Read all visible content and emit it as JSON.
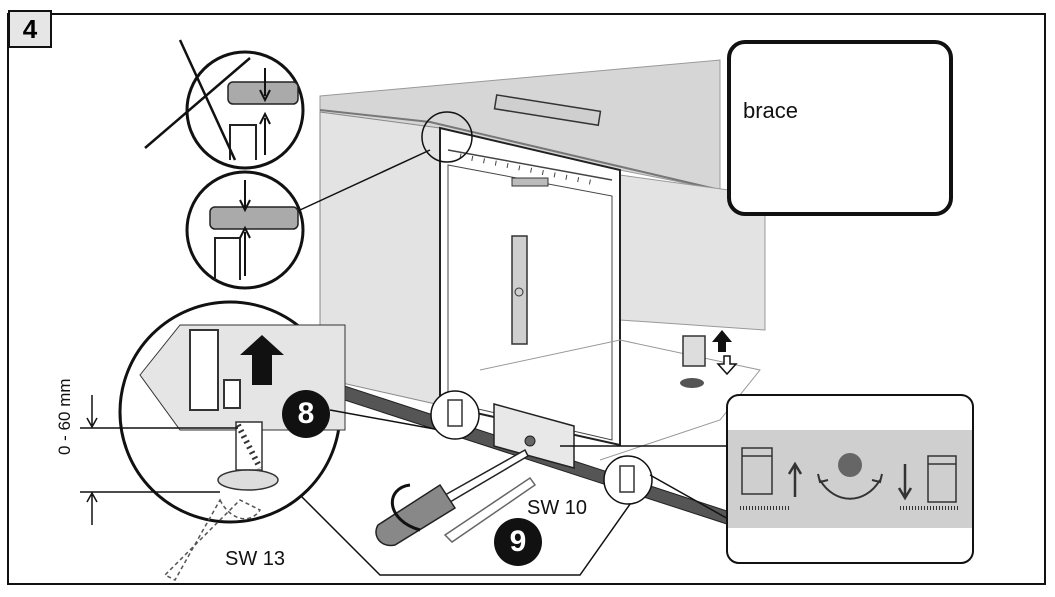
{
  "step_number": "4",
  "callout": {
    "text": "brace"
  },
  "badges": {
    "step8": "8",
    "step9": "9"
  },
  "labels": {
    "range": "0 - 60 mm",
    "wrench_size": "SW 13",
    "driver_size": "SW 10"
  },
  "colors": {
    "line": "#111111",
    "counter_shade": "#d4d4d4",
    "cabinet_shade": "#e2e2e2",
    "panel_gray": "#cfcfcf"
  }
}
